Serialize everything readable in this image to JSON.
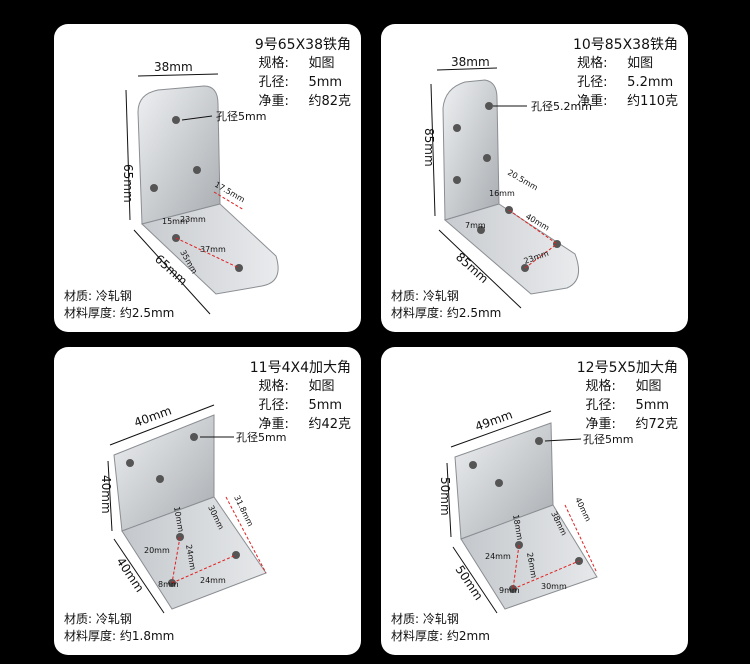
{
  "cards": [
    {
      "title": "9号65X38铁角",
      "spec_label": "规格:",
      "spec_value": "如图",
      "hole_label": "孔径:",
      "hole_value": "5mm",
      "weight_label": "净重:",
      "weight_value": "约82克",
      "material_label": "材质:",
      "material_value": "冷轧钢",
      "thickness_label": "材料厚度:",
      "thickness_value": "约2.5mm",
      "dims": {
        "top": "38mm",
        "side": "65mm",
        "bottom": "65mm",
        "hole": "孔径5mm",
        "d1": "17.5mm",
        "d2": "15mm",
        "d3": "23mm",
        "d4": "37mm",
        "d5": "35mm"
      }
    },
    {
      "title": "10号85X38铁角",
      "spec_label": "规格:",
      "spec_value": "如图",
      "hole_label": "孔径:",
      "hole_value": "5.2mm",
      "weight_label": "净重:",
      "weight_value": "约110克",
      "material_label": "材质:",
      "material_value": "冷轧钢",
      "thickness_label": "材料厚度:",
      "thickness_value": "约2.5mm",
      "dims": {
        "top": "38mm",
        "side": "85mm",
        "bottom": "85mm",
        "hole": "孔径5.2mm",
        "d1": "20.5mm",
        "d2": "16mm",
        "d3": "40mm",
        "d4": "23mm",
        "d5": "7mm"
      }
    },
    {
      "title": "11号4X4加大角",
      "spec_label": "规格:",
      "spec_value": "如图",
      "hole_label": "孔径:",
      "hole_value": "5mm",
      "weight_label": "净重:",
      "weight_value": "约42克",
      "material_label": "材质:",
      "material_value": "冷轧钢",
      "thickness_label": "材料厚度:",
      "thickness_value": "约1.8mm",
      "dims": {
        "top": "40mm",
        "side": "40mm",
        "bottom": "40mm",
        "hole": "孔径5mm",
        "d1": "31.8mm",
        "d2": "30mm",
        "d3": "10mm",
        "d4": "20mm",
        "d5": "24mm",
        "d6": "8mm",
        "d7": "24mm"
      }
    },
    {
      "title": "12号5X5加大角",
      "spec_label": "规格:",
      "spec_value": "如图",
      "hole_label": "孔径:",
      "hole_value": "5mm",
      "weight_label": "净重:",
      "weight_value": "约72克",
      "material_label": "材质:",
      "material_value": "冷轧钢",
      "thickness_label": "材料厚度:",
      "thickness_value": "约2mm",
      "dims": {
        "top": "49mm",
        "side": "50mm",
        "bottom": "50mm",
        "hole": "孔径5mm",
        "d1": "40mm",
        "d2": "38mm",
        "d3": "18mm",
        "d4": "24mm",
        "d5": "26mm",
        "d6": "9mm",
        "d7": "30mm"
      }
    }
  ],
  "colors": {
    "background": "#000000",
    "card": "#ffffff",
    "metal_light": "#e4e6e8",
    "metal_dark": "#a9adb1",
    "dimension_red": "#e02020"
  }
}
